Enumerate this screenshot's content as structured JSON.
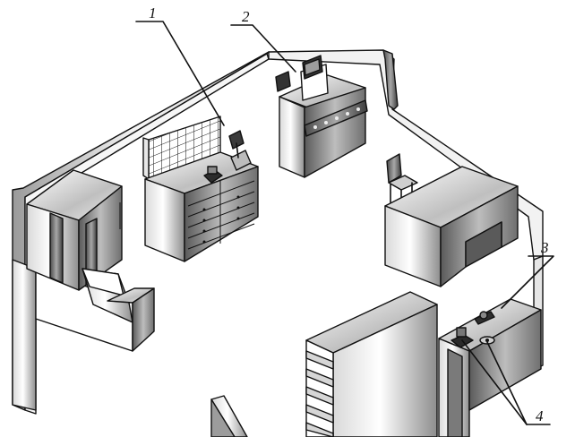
{
  "callouts": [
    {
      "id": "1",
      "label": "1"
    },
    {
      "id": "2",
      "label": "2"
    },
    {
      "id": "3",
      "label": "3"
    },
    {
      "id": "4",
      "label": "4"
    }
  ],
  "colors": {
    "ink": "#111111",
    "wall_light": "#f4f4f4",
    "wall_mid": "#cfcfcf",
    "wall_dark": "#6a6a6a",
    "floor": "#ffffff"
  }
}
